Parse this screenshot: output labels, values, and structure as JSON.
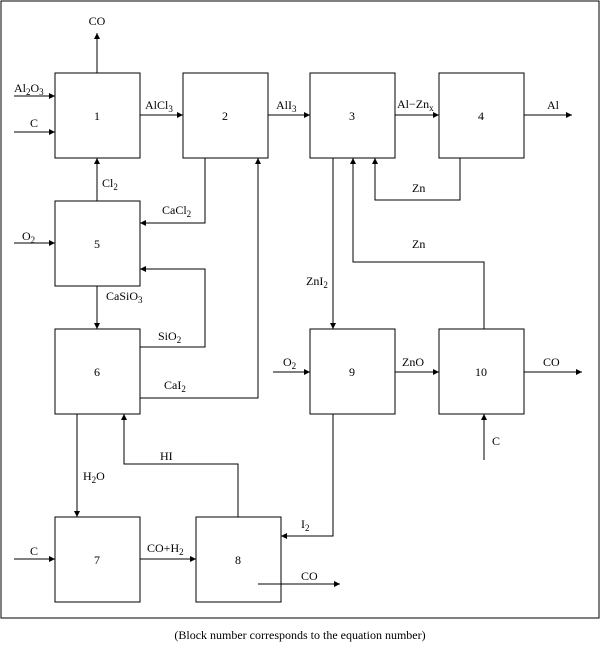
{
  "blocks": [
    "1",
    "2",
    "3",
    "4",
    "5",
    "6",
    "7",
    "8",
    "9",
    "10"
  ],
  "labels": {
    "co_top": "CO",
    "al2o3": {
      "base": "Al",
      "s1": "2",
      "mid": "O",
      "s2": "3"
    },
    "c_in_1": "C",
    "alcl3": {
      "base": "AlCl",
      "sub": "3"
    },
    "ali3": {
      "base": "AlI",
      "sub": "3"
    },
    "al_znx": {
      "base": "Al−Zn",
      "sub": "x"
    },
    "al_out": "Al",
    "zn_return_4": "Zn",
    "cl2": {
      "base": "Cl",
      "sub": "2"
    },
    "cacl2": {
      "base": "CaCl",
      "sub": "2"
    },
    "o2_5": {
      "base": "O",
      "sub": "2"
    },
    "zn_return_10": "Zn",
    "casio3": {
      "base": "CaSiO",
      "sub": "3"
    },
    "sio2": {
      "base": "SiO",
      "sub": "2"
    },
    "zni2": {
      "base": "ZnI",
      "sub": "2"
    },
    "cai2": {
      "base": "CaI",
      "sub": "2"
    },
    "o2_9": {
      "base": "O",
      "sub": "2"
    },
    "zno": "ZnO",
    "co_10": "CO",
    "c_in_10": "C",
    "hi": "HI",
    "h2o": {
      "base": "H",
      "sub": "2",
      "tail": "O"
    },
    "i2": {
      "base": "I",
      "sub": "2"
    },
    "c_in_7": "C",
    "co_h2": {
      "base": "CO+H",
      "sub": "2"
    },
    "co_8": "CO"
  },
  "caption": "(Block number corresponds to the equation number)"
}
